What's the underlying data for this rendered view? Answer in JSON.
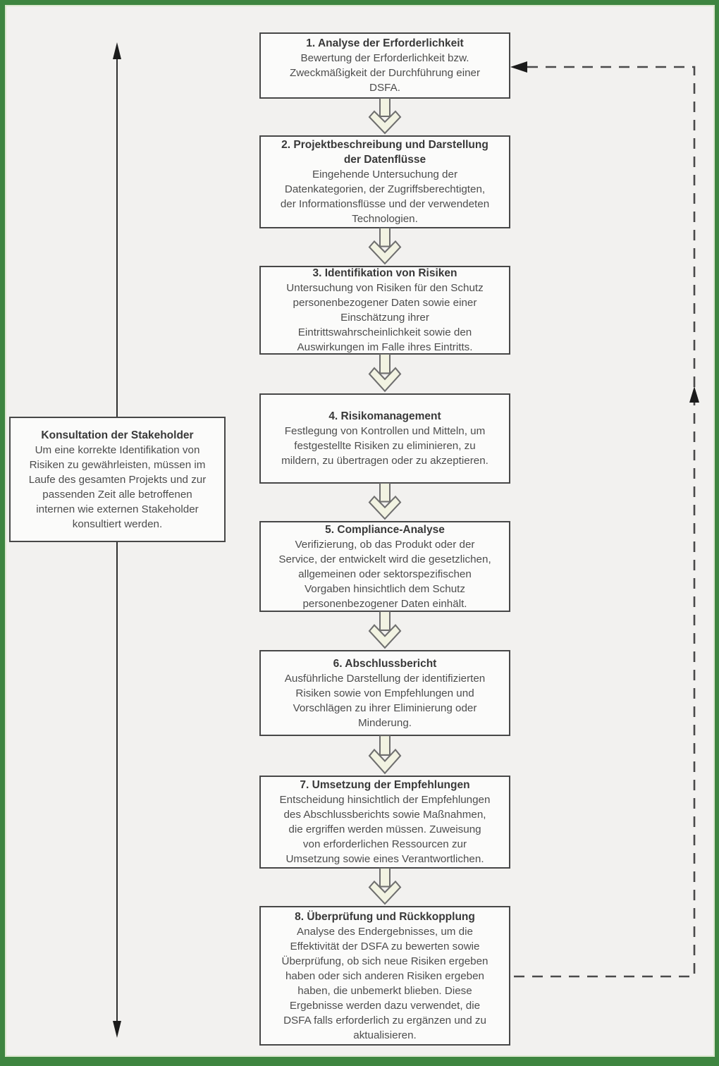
{
  "diagram": {
    "title_hint": "DSFA Prozess Flussdiagramm",
    "stakeholder": {
      "title": "Konsultation der Stakeholder",
      "body": "Um eine korrekte Identifikation von\nRisiken zu gewährleisten, müssen im\nLaufe des gesamten Projekts und zur\npassenden Zeit alle betroffenen\ninternen wie externen Stakeholder\nkonsultiert werden."
    },
    "steps": [
      {
        "title": "1. Analyse der Erforderlichkeit",
        "body": "Bewertung der Erforderlichkeit bzw.\nZweckmäßigkeit der Durchführung einer\nDSFA."
      },
      {
        "title": "2. Projektbeschreibung und Darstellung\nder Datenflüsse",
        "body": "Eingehende Untersuchung der\nDatenkategorien, der Zugriffsberechtigten,\nder Informationsflüsse und der verwendeten\nTechnologien."
      },
      {
        "title": "3. Identifikation von Risiken",
        "body": "Untersuchung von Risiken für den Schutz\npersonenbezogener Daten sowie einer\nEinschätzung ihrer\nEintrittswahrscheinlichkeit sowie den\nAuswirkungen im Falle ihres Eintritts."
      },
      {
        "title": "4. Risikomanagement",
        "body": "Festlegung von Kontrollen und Mitteln, um\nfestgestellte Risiken zu eliminieren, zu\nmildern, zu übertragen oder zu akzeptieren."
      },
      {
        "title": "5. Compliance-Analyse",
        "body": "Verifizierung, ob das Produkt oder der\nService, der entwickelt wird die gesetzlichen,\nallgemeinen oder sektorspezifischen\nVorgaben hinsichtlich dem Schutz\npersonenbezogener Daten einhält."
      },
      {
        "title": "6. Abschlussbericht",
        "body": "Ausführliche Darstellung der identifizierten\nRisiken sowie von Empfehlungen und\nVorschlägen zu ihrer Eliminierung oder\nMinderung."
      },
      {
        "title": "7. Umsetzung der Empfehlungen",
        "body": "Entscheidung hinsichtlich der Empfehlungen\ndes Abschlussberichts sowie Maßnahmen,\ndie ergriffen werden müssen. Zuweisung\nvon erforderlichen Ressourcen zur\nUmsetzung sowie eines Verantwortlichen."
      },
      {
        "title": "8. Überprüfung und Rückkopplung",
        "body": "Analyse des Endergebnisses, um die\nEffektivität der DSFA zu bewerten sowie\nÜberprüfung, ob sich neue Risiken ergeben\nhaben oder sich anderen Risiken ergeben\nhaben, die unbemerkt blieben. Diese\nErgebnisse werden dazu verwendet, die\nDSFA falls erforderlich zu ergänzen und zu\naktualisieren."
      }
    ],
    "colors": {
      "frame_green": "#3e8540",
      "frame_inner_light": "#dbe8ce",
      "background": "#f2f1ef",
      "box_background": "#fbfbfa",
      "box_border": "#474747",
      "body_text": "#4d4d4d",
      "title_text": "#393939",
      "block_arrow_fill": "#f2f3e2",
      "block_arrow_stroke": "#6e6e6e",
      "dashed_line": "#4a4a4a",
      "solid_line": "#2f2f2f"
    }
  }
}
